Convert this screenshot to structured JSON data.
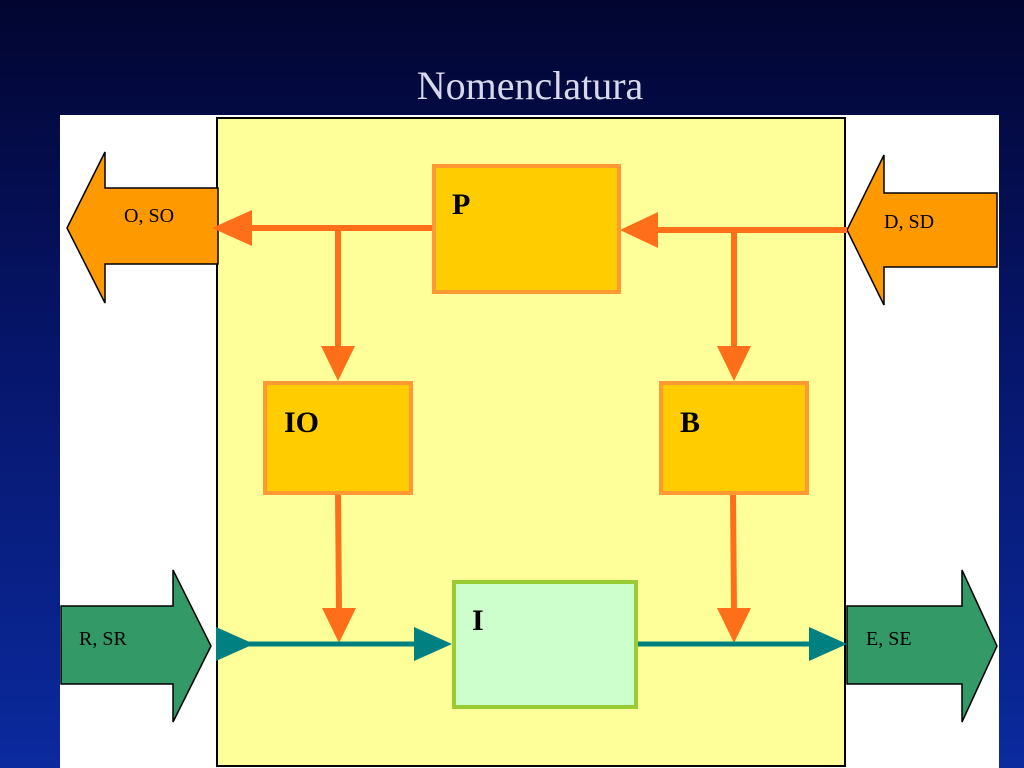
{
  "slide": {
    "title": "Nomenclatura"
  },
  "diagram": {
    "boxes": {
      "P": "P",
      "IO": "IO",
      "B": "B",
      "I": "I"
    },
    "outputs": {
      "top_left": "O, SO",
      "top_right": "D, SD",
      "bottom_left": "R, SR",
      "bottom_right": "E, SE"
    }
  },
  "colors": {
    "system_fill": "#FFFF99",
    "box_fill": "#FFCC00",
    "box_border": "#FF9933",
    "i_box_fill": "#CCFFCC",
    "i_box_border": "#99CC33",
    "orange_arrow": "#FF6F1A",
    "block_orange": "#FF9900",
    "block_green": "#339966",
    "teal_arrow": "#008080"
  }
}
